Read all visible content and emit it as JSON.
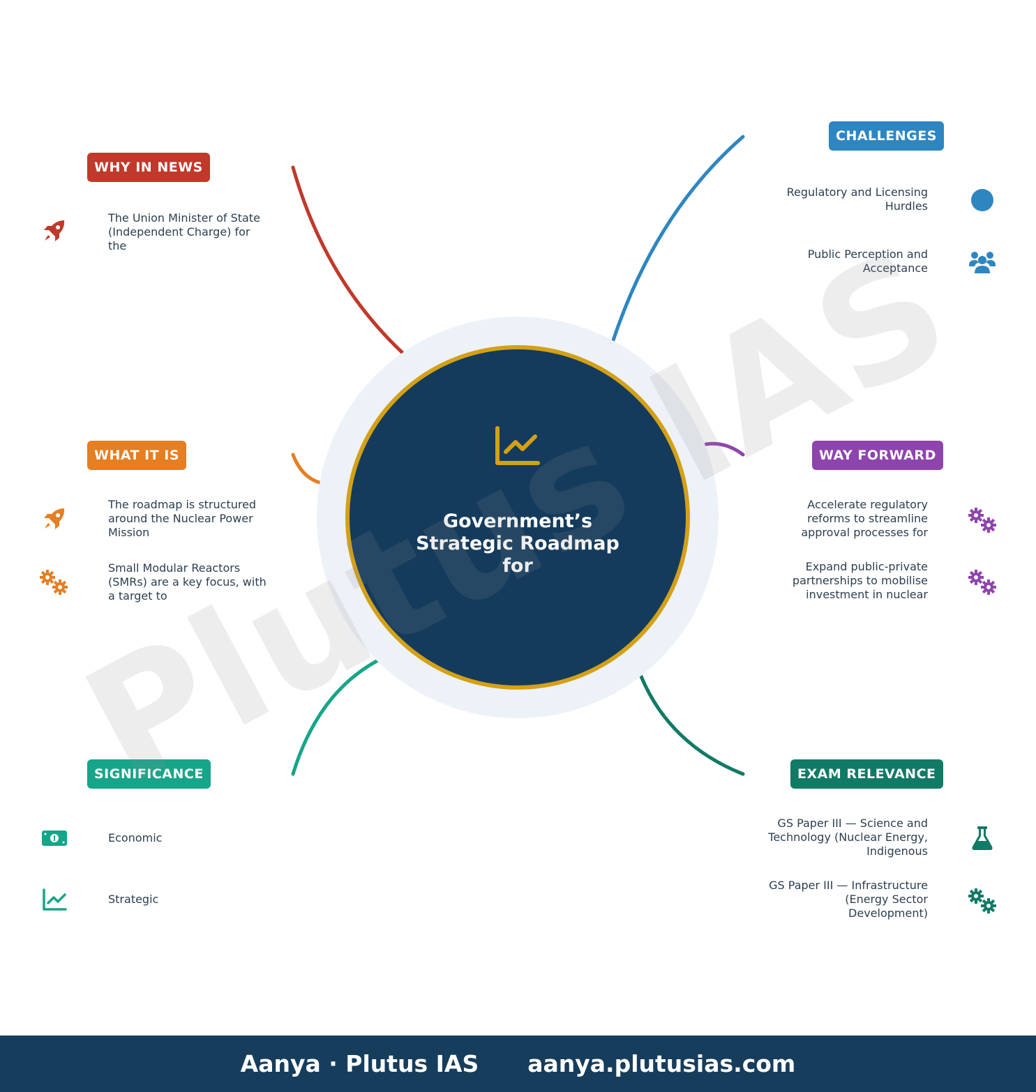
{
  "center": {
    "title": "Government’s Strategic Roadmap for",
    "icon": "chart-line-icon",
    "fill_color": "#143b5c",
    "ring_color": "#d4a017",
    "halo_color": "#edf2f8"
  },
  "watermark": "Plutus IAS",
  "branches": {
    "why_in_news": {
      "title": "WHY IN NEWS",
      "color": "#c0392b",
      "items": [
        {
          "text": "The Union Minister of State (Independent Charge) for the",
          "icon": "rocket-icon"
        }
      ]
    },
    "what_it_is": {
      "title": "WHAT IT IS",
      "color": "#e67e22",
      "items": [
        {
          "text": "The roadmap is structured around the Nuclear Power Mission",
          "icon": "rocket-icon"
        },
        {
          "text": "Small Modular Reactors (SMRs) are a key focus, with a target to",
          "icon": "gears-icon"
        }
      ]
    },
    "significance": {
      "title": "SIGNIFICANCE",
      "color": "#17a589",
      "items": [
        {
          "text": "Economic",
          "icon": "money-icon"
        },
        {
          "text": "Strategic",
          "icon": "chart-line-icon"
        }
      ]
    },
    "challenges": {
      "title": "CHALLENGES",
      "color": "#2e86c1",
      "items": [
        {
          "text": "Regulatory and Licensing Hurdles",
          "icon": "circle-icon"
        },
        {
          "text": "Public Perception and Acceptance",
          "icon": "users-icon"
        }
      ]
    },
    "way_forward": {
      "title": "WAY FORWARD",
      "color": "#8e44ad",
      "items": [
        {
          "text": "Accelerate regulatory reforms to streamline approval processes for",
          "icon": "gears-icon"
        },
        {
          "text": "Expand public-private partnerships to mobilise investment in nuclear",
          "icon": "gears-icon"
        }
      ]
    },
    "exam_relevance": {
      "title": "EXAM RELEVANCE",
      "color": "#117a65",
      "items": [
        {
          "text": "GS Paper III — Science and Technology (Nuclear Energy, Indigenous",
          "icon": "flask-icon"
        },
        {
          "text": "GS Paper III — Infrastructure (Energy Sector Development)",
          "icon": "gears-icon"
        }
      ]
    }
  },
  "footer": {
    "brand": "Aanya · Plutus IAS",
    "url": "aanya.plutusias.com"
  }
}
